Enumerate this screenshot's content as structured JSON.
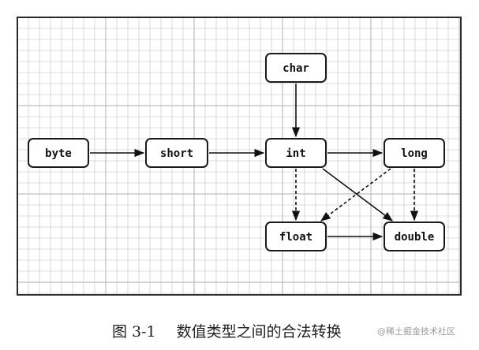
{
  "diagram": {
    "nodes": [
      {
        "id": "char",
        "label": "char"
      },
      {
        "id": "byte",
        "label": "byte"
      },
      {
        "id": "short",
        "label": "short"
      },
      {
        "id": "int",
        "label": "int"
      },
      {
        "id": "long",
        "label": "long"
      },
      {
        "id": "float",
        "label": "float"
      },
      {
        "id": "double",
        "label": "double"
      }
    ],
    "edges": [
      {
        "from": "byte",
        "to": "short",
        "style": "solid"
      },
      {
        "from": "short",
        "to": "int",
        "style": "solid"
      },
      {
        "from": "char",
        "to": "int",
        "style": "solid"
      },
      {
        "from": "int",
        "to": "long",
        "style": "solid"
      },
      {
        "from": "int",
        "to": "double",
        "style": "solid"
      },
      {
        "from": "float",
        "to": "double",
        "style": "solid"
      },
      {
        "from": "int",
        "to": "float",
        "style": "dashed"
      },
      {
        "from": "long",
        "to": "float",
        "style": "dashed"
      },
      {
        "from": "long",
        "to": "double",
        "style": "dashed"
      }
    ]
  },
  "caption": {
    "number": "图 3-1",
    "title": "数值类型之间的合法转换"
  },
  "watermark": "@稀土掘金技术社区",
  "colors": {
    "grid": "#bfbfbf",
    "frame": "#2a2a2a",
    "node_border": "#1a1a1a",
    "edge": "#111111"
  }
}
